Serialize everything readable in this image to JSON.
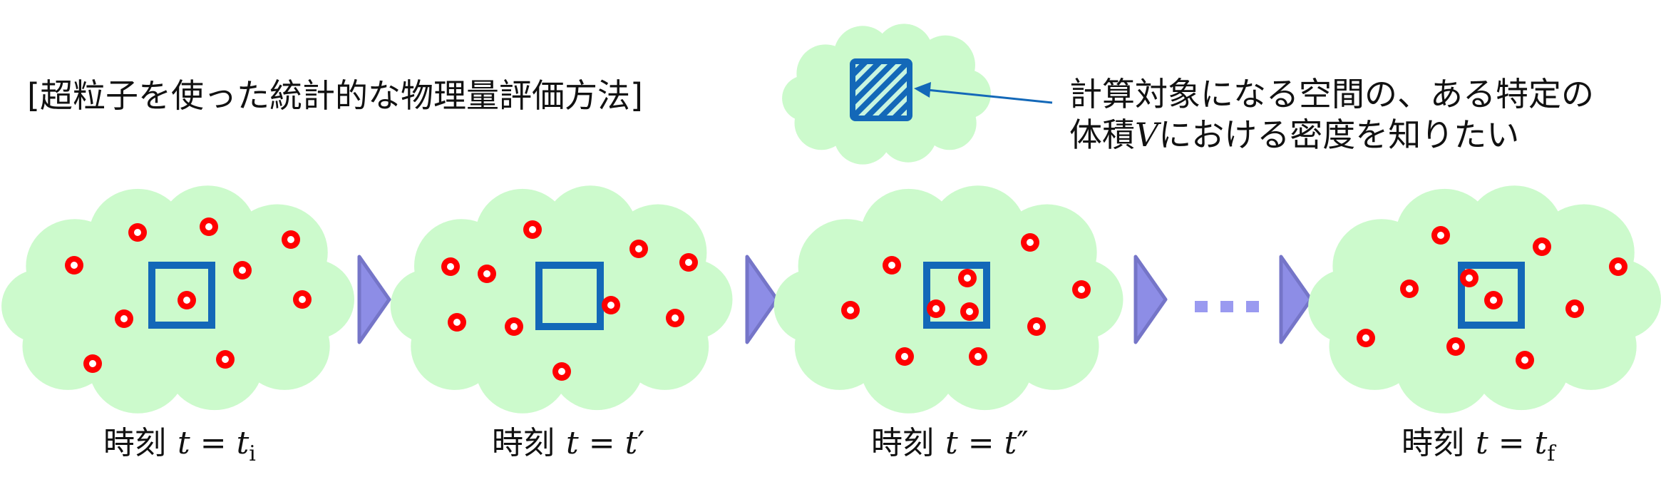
{
  "title": "[超粒子を使った統計的な物理量評価方法]",
  "annotation": {
    "line1": "計算対象になる空間の、ある特定の",
    "line2_prefix": "体積",
    "line2_var": "V",
    "line2_suffix": "における密度を知りたい"
  },
  "panels": [
    {
      "label_prefix": "時刻",
      "var": "t",
      "eq": "=",
      "rhs": "t",
      "sub": "i",
      "prime": ""
    },
    {
      "label_prefix": "時刻",
      "var": "t",
      "eq": "=",
      "rhs": "t",
      "sub": "",
      "prime": "′"
    },
    {
      "label_prefix": "時刻",
      "var": "t",
      "eq": "=",
      "rhs": "t",
      "sub": "",
      "prime": "″"
    },
    {
      "label_prefix": "時刻",
      "var": "t",
      "eq": "=",
      "rhs": "t",
      "sub": "f",
      "prime": ""
    }
  ],
  "ellipsis": "⋯",
  "colors": {
    "cloud": "#ccfacc",
    "box": "#1368b8",
    "particle": "#ff0000",
    "arrow": "#8d8de6",
    "dots": "#9a9af0",
    "pointer": "#1368b8"
  },
  "icons": [
    "cloud-shape",
    "particle-dot",
    "volume-box",
    "step-arrow",
    "hatched-volume-icon"
  ]
}
